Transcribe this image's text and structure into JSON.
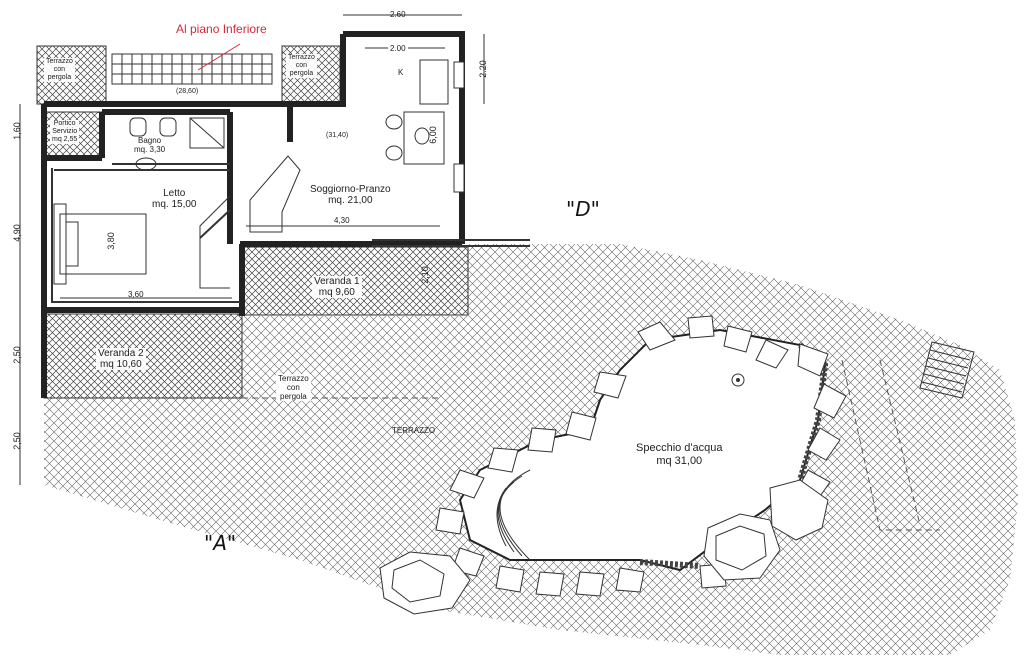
{
  "plan": {
    "stair_note": "Al piano Inferiore",
    "zone_d": "\"D\"",
    "zone_a": "\"A\"",
    "terrazzo": "TERRAZZO",
    "terrazzo_pergola_left": "Terrazzo\ncon\npergola",
    "terrazzo_pergola_top": "Terrazzo\ncon\npergola",
    "terrazzo_pergola_center": "Terrazzo\ncon\npergola",
    "portico": "Portico\nServizio\nmq 2,55",
    "bagno": "Bagno\nmq. 3,30",
    "letto": "Letto\nmq. 15,00",
    "soggiorno": "Soggiorno-Pranzo\nmq. 21,00",
    "kitchen_mark": "K",
    "veranda1": "Veranda 1\nmq 9,60",
    "veranda2": "Veranda 2\nmq 10,60",
    "specchio": "Specchio d'acqua\nmq 31,00",
    "level_1": "(28,60)",
    "level_2": "(31,40)",
    "dims": {
      "top_260": "2.60",
      "top_200": "2.00",
      "right_220": "2.20",
      "left_160": "1,60",
      "left_490": "4,90",
      "left_250a": "2,50",
      "left_250b": "2,50",
      "d_430": "4,30",
      "d_360": "3,60",
      "d_380": "3,80",
      "d_600": "6,00",
      "d_210": "2,10"
    }
  }
}
